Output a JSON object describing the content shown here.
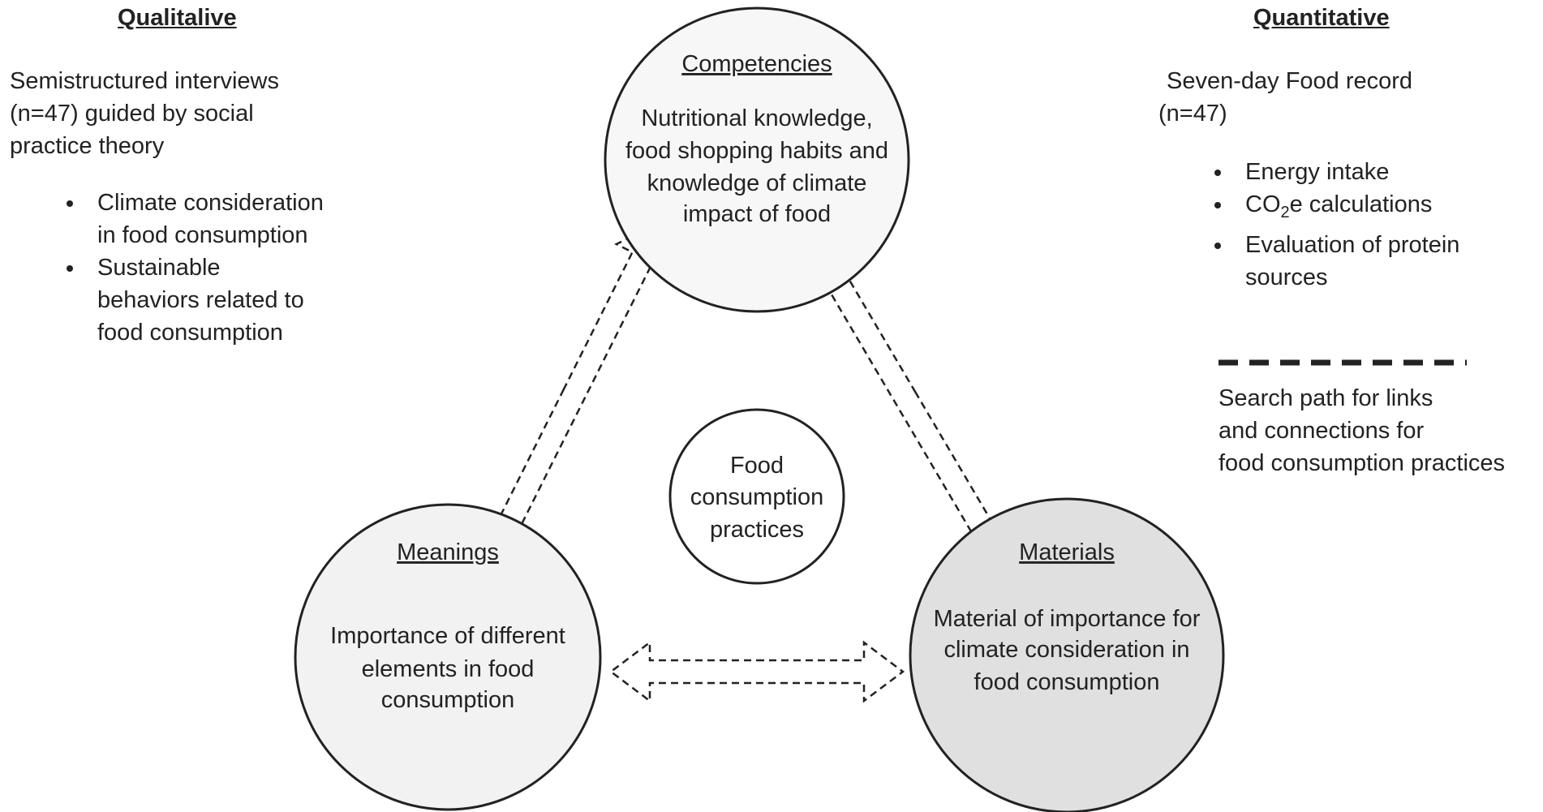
{
  "qualitative": {
    "heading": "Qualitalive",
    "intro": [
      "Semistructured interviews",
      "(n=47) guided by social",
      "practice theory"
    ],
    "bullets": [
      [
        "Climate consideration",
        "in food consumption"
      ],
      [
        "Sustainable",
        "behaviors related to",
        "food consumption"
      ]
    ]
  },
  "quantitative": {
    "heading": "Quantitative",
    "intro": [
      "Seven-day Food record",
      "(n=47)"
    ],
    "bullets": [
      {
        "lines": [
          "Energy intake"
        ]
      },
      {
        "co2": {
          "pre": "CO",
          "sub": "2",
          "post": "e calculations"
        }
      },
      {
        "lines": [
          "Evaluation of protein",
          "sources"
        ]
      }
    ]
  },
  "legend": {
    "label_lines": [
      "Search path for links",
      "and connections for",
      "food consumption practices"
    ]
  },
  "circles": {
    "competencies": {
      "title": "Competencies",
      "lines": [
        "Nutritional knowledge,",
        "food shopping habits and",
        "knowledge of climate",
        "impact of food"
      ],
      "fill": "#f7f7f7"
    },
    "meanings": {
      "title": "Meanings",
      "lines": [
        "Importance of different",
        "elements in food",
        "consumption"
      ],
      "fill": "#f2f2f2"
    },
    "materials": {
      "title": "Materials",
      "lines": [
        "Material of importance for",
        "climate consideration in",
        "food consumption"
      ],
      "fill": "#e0e0e0"
    },
    "center": {
      "lines": [
        "Food",
        "consumption",
        "practices"
      ],
      "fill": "#ffffff"
    }
  },
  "colors": {
    "stroke": "#222222",
    "text": "#222222"
  }
}
